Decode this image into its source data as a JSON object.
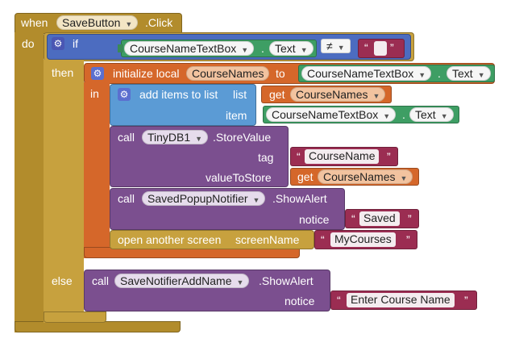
{
  "event": {
    "when_label": "when",
    "component": "SaveButton",
    "event_name": ".Click",
    "do_label": "do"
  },
  "if_block": {
    "if_label": "if",
    "then_label": "then",
    "else_label": "else",
    "condition": {
      "component": "CourseNameTextBox",
      "property": "Text",
      "operator": "≠",
      "empty_quote_open": "“",
      "empty_quote_close": "”"
    }
  },
  "then_block": {
    "init_label": "initialize local",
    "var_name": "CourseNames",
    "to_label": "to",
    "init_component": "CourseNameTextBox",
    "init_property": "Text",
    "in_label": "in",
    "add_items": {
      "label": "add items to list",
      "list_label": "list",
      "get_label": "get",
      "get_var": "CourseNames",
      "item_label": "item",
      "item_component": "CourseNameTextBox",
      "item_property": "Text"
    },
    "store": {
      "call_label": "call",
      "component": "TinyDB1",
      "method": ".StoreValue",
      "tag_label": "tag",
      "tag_value": "CourseName",
      "value_label": "valueToStore",
      "get_label": "get",
      "get_var": "CourseNames"
    },
    "alert": {
      "call_label": "call",
      "component": "SavedPopupNotifier",
      "method": ".ShowAlert",
      "notice_label": "notice",
      "notice_value": "Saved"
    },
    "open_screen": {
      "label": "open another screen",
      "param_label": "screenName",
      "value": "MyCourses"
    }
  },
  "else_block": {
    "call_label": "call",
    "component": "SaveNotifierAddName",
    "method": ".ShowAlert",
    "notice_label": "notice",
    "notice_value": "Enter Course Name"
  },
  "quote_open": "“",
  "quote_close": "”",
  "colors": {
    "event": "#b28c2c",
    "control": "#4c6cc0",
    "variable": "#d5672a",
    "component": "#3e9e64",
    "call": "#7b4f8f",
    "text": "#9b2d52",
    "list": "#5b9bd5"
  }
}
